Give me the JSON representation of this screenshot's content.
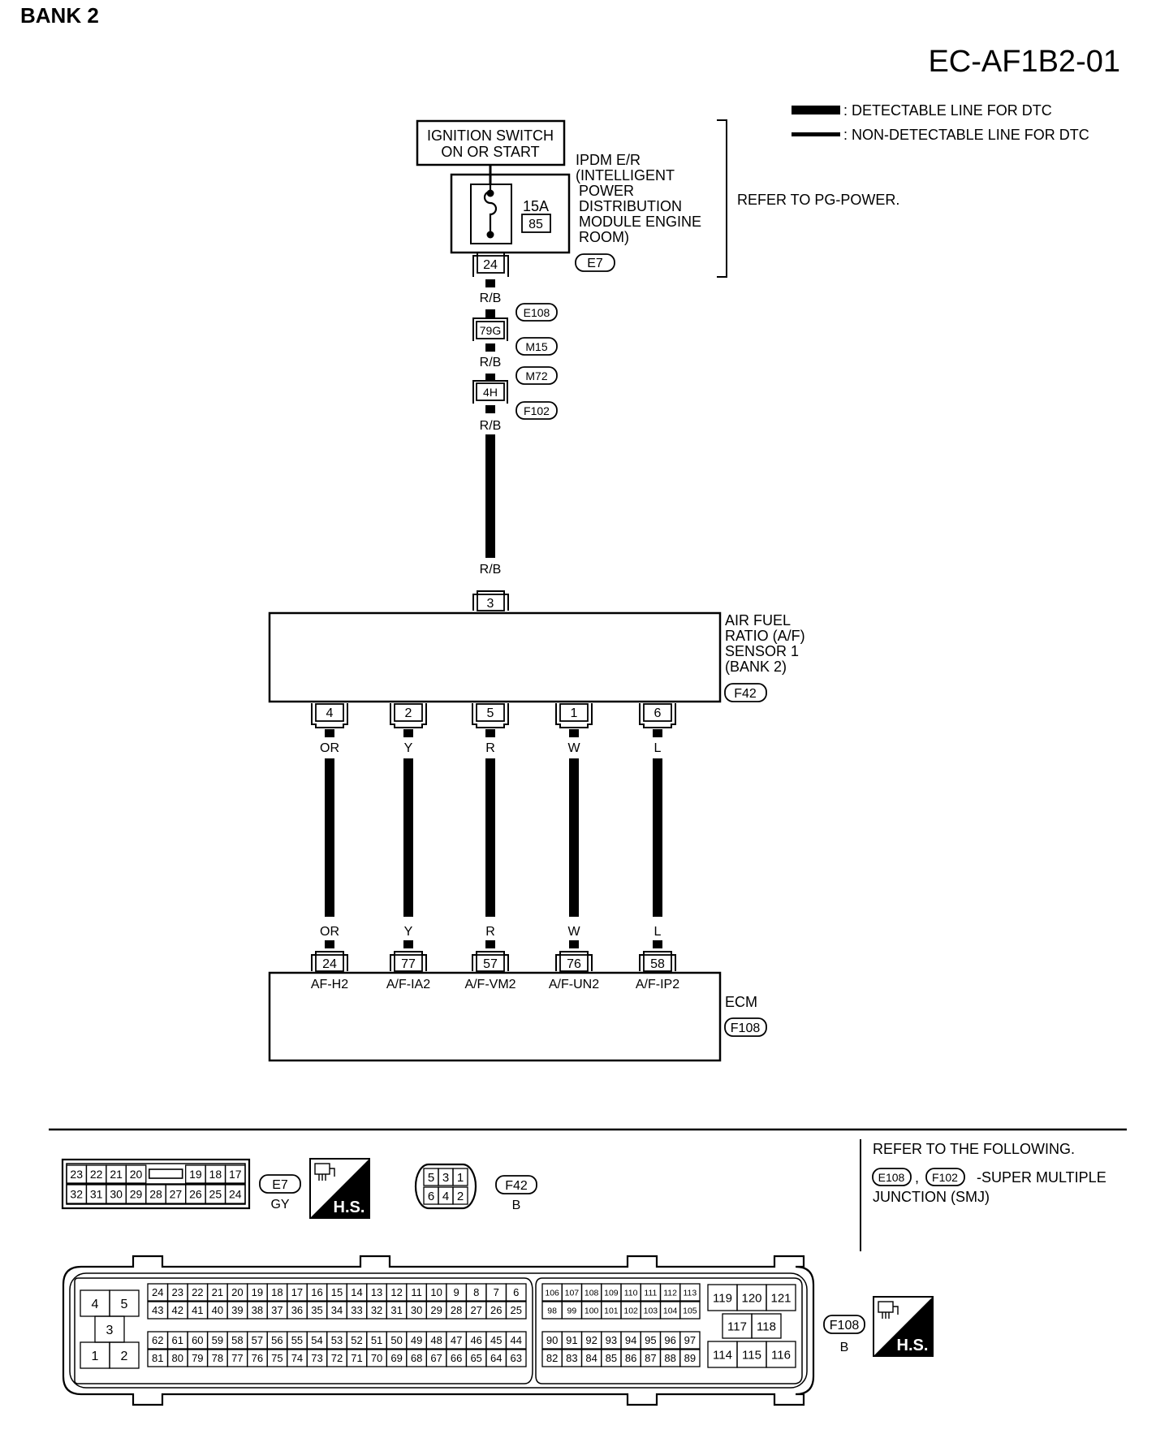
{
  "header": {
    "section": "BANK 2",
    "code": "EC-AF1B2-01"
  },
  "legend": [
    {
      "label": ": DETECTABLE LINE FOR DTC",
      "style": "thick"
    },
    {
      "label": ": NON-DETECTABLE LINE FOR DTC",
      "style": "thin"
    }
  ],
  "ignition": {
    "lines": [
      "IGNITION SWITCH",
      "ON OR START"
    ]
  },
  "ipdm": {
    "lines": [
      "IPDM E/R",
      "(INTELLIGENT",
      "POWER",
      "DISTRIBUTION",
      "MODULE ENGINE",
      "ROOM)"
    ],
    "fuse_rating": "15A",
    "fuse_number": "85",
    "terminal": "24",
    "connector": "E7",
    "refer": "REFER TO PG-POWER."
  },
  "power_path": {
    "wire_color": "R/B",
    "joint1_terminal": "79G",
    "joint1_connectors": [
      "E108",
      "M15"
    ],
    "joint2_terminal": "4H",
    "joint2_connectors": [
      "M72",
      "F102"
    ]
  },
  "sensor": {
    "lines": [
      "AIR FUEL",
      "RATIO (A/F)",
      "SENSOR 1",
      "(BANK 2)"
    ],
    "connector": "F42",
    "power_terminal": "3"
  },
  "wires": [
    {
      "sensor_terminal": "4",
      "color": "OR",
      "ecm_terminal": "24",
      "ecm_signal": "AF-H2"
    },
    {
      "sensor_terminal": "2",
      "color": "Y",
      "ecm_terminal": "77",
      "ecm_signal": "A/F-IA2"
    },
    {
      "sensor_terminal": "5",
      "color": "R",
      "ecm_terminal": "57",
      "ecm_signal": "A/F-VM2"
    },
    {
      "sensor_terminal": "1",
      "color": "W",
      "ecm_terminal": "76",
      "ecm_signal": "A/F-UN2"
    },
    {
      "sensor_terminal": "6",
      "color": "L",
      "ecm_terminal": "58",
      "ecm_signal": "A/F-IP2"
    }
  ],
  "ecm": {
    "label": "ECM",
    "connector": "F108"
  },
  "connector_views": {
    "e7": {
      "top_row": [
        "23",
        "22",
        "21",
        "20",
        "",
        "19",
        "18",
        "17"
      ],
      "bottom_row": [
        "32",
        "31",
        "30",
        "29",
        "28",
        "27",
        "26",
        "25",
        "24"
      ],
      "id": "E7",
      "color": "GY"
    },
    "f42": {
      "top_row": [
        "5",
        "3",
        "1"
      ],
      "bottom_row": [
        "6",
        "4",
        "2"
      ],
      "id": "F42",
      "color": "B"
    },
    "f108": {
      "id": "F108",
      "color": "B",
      "left_block": [
        "4",
        "5",
        "3",
        "1",
        "2"
      ],
      "main_rows": [
        [
          "24",
          "23",
          "22",
          "21",
          "20",
          "19",
          "18",
          "17",
          "16",
          "15",
          "14",
          "13",
          "12",
          "11",
          "10",
          "9",
          "8",
          "7",
          "6"
        ],
        [
          "43",
          "42",
          "41",
          "40",
          "39",
          "38",
          "37",
          "36",
          "35",
          "34",
          "33",
          "32",
          "31",
          "30",
          "29",
          "28",
          "27",
          "26",
          "25"
        ],
        [
          "62",
          "61",
          "60",
          "59",
          "58",
          "57",
          "56",
          "55",
          "54",
          "53",
          "52",
          "51",
          "50",
          "49",
          "48",
          "47",
          "46",
          "45",
          "44"
        ],
        [
          "81",
          "80",
          "79",
          "78",
          "77",
          "76",
          "75",
          "74",
          "73",
          "72",
          "71",
          "70",
          "69",
          "68",
          "67",
          "66",
          "65",
          "64",
          "63"
        ]
      ],
      "mid_rows": [
        [
          "106",
          "107",
          "108",
          "109",
          "110",
          "111",
          "112",
          "113"
        ],
        [
          "98",
          "99",
          "100",
          "101",
          "102",
          "103",
          "104",
          "105"
        ],
        [
          "90",
          "91",
          "92",
          "93",
          "94",
          "95",
          "96",
          "97"
        ],
        [
          "82",
          "83",
          "84",
          "85",
          "86",
          "87",
          "88",
          "89"
        ]
      ],
      "right_rows": [
        [
          "119",
          "120",
          "121"
        ],
        [
          "117",
          "118"
        ],
        [
          "114",
          "115",
          "116"
        ]
      ]
    },
    "hs_label": "H.S."
  },
  "refer_note": {
    "line1": "REFER TO THE FOLLOWING.",
    "connectors": [
      "E108",
      "F102"
    ],
    "comma": ",",
    "suffix": "-SUPER MULTIPLE",
    "line3": "JUNCTION (SMJ)"
  }
}
